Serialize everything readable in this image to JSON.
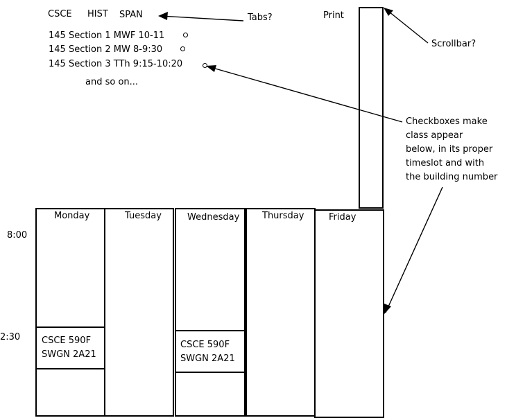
{
  "tabs": [
    "CSCE",
    "HIST",
    "SPAN"
  ],
  "print_label": "Print",
  "sections": [
    {
      "label": "145 Section 1 MWF 10-11"
    },
    {
      "label": "145 Section 2 MW 8-9:30"
    },
    {
      "label": "145 Section 3 TTh 9:15-10:20"
    }
  ],
  "more_label": "and so on...",
  "annotations": {
    "tabs": "Tabs?",
    "scrollbar": "Scrollbar?",
    "checkboxes": [
      "Checkboxes make",
      "class appear",
      "below, in its proper",
      "timeslot and with",
      "the building number"
    ]
  },
  "schedule": {
    "days": [
      "Monday",
      "Tuesday",
      "Wednesday",
      "Thursday",
      "Friday"
    ],
    "times": [
      "8:00",
      "2:30"
    ],
    "events": [
      {
        "line1": "CSCE 590F",
        "line2": "SWGN 2A21"
      },
      {
        "line1": "CSCE 590F",
        "line2": "SWGN 2A21"
      }
    ]
  }
}
